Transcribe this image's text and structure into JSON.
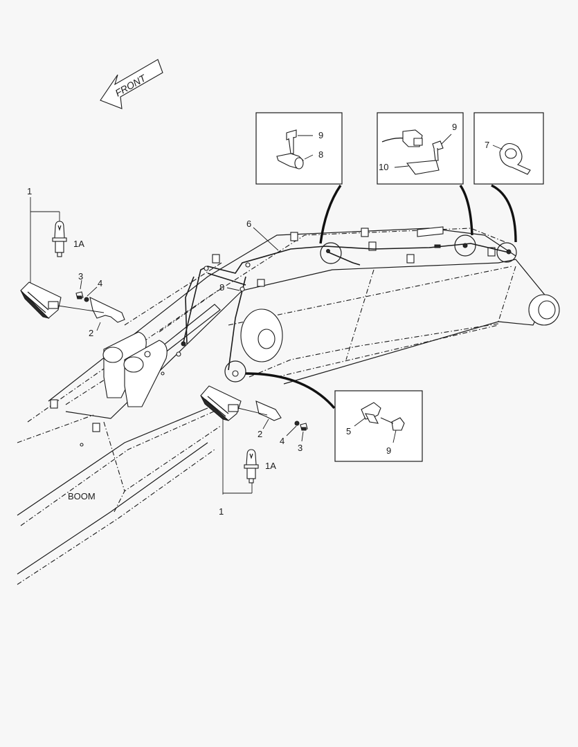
{
  "direction_label": "FRONT",
  "section_label": "BOOM",
  "callouts": {
    "headlight_left": "1",
    "bulb_left": "1A",
    "bracket_left": "2",
    "screw_left": "3",
    "washer_left": "4",
    "headlight_right": "1",
    "bulb_right": "1A",
    "bracket_right": "2",
    "screw_right": "3",
    "washer_right": "4",
    "harness": "6",
    "clamp_boom": "8",
    "detail_a_screw": "9",
    "detail_a_clamp": "8",
    "detail_b_screw": "9",
    "detail_b_plate": "10",
    "detail_c_clip": "7",
    "detail_d_clip": "5",
    "detail_d_screw": "9"
  }
}
